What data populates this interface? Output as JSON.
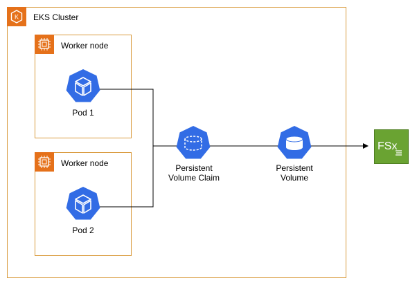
{
  "cluster": {
    "title": "EKS Cluster",
    "icon": "eks-icon"
  },
  "nodes": [
    {
      "title": "Worker node",
      "icon": "ec2-instance-icon",
      "pod_label": "Pod 1",
      "pod_icon": "kubernetes-pod-icon"
    },
    {
      "title": "Worker node",
      "icon": "ec2-instance-icon",
      "pod_label": "Pod 2",
      "pod_icon": "kubernetes-pod-icon"
    }
  ],
  "pvc": {
    "line1": "Persistent",
    "line2": "Volume Claim",
    "icon": "kubernetes-pvc-icon"
  },
  "pv": {
    "line1": "Persistent",
    "line2": "Volume",
    "icon": "kubernetes-pv-icon"
  },
  "fsx": {
    "label": "FSx",
    "icon": "amazon-fsx-icon"
  },
  "colors": {
    "aws_orange": "#e5711a",
    "container_border": "#d99a3c",
    "k8s_blue": "#326ce5",
    "fsx_green": "#6aa332"
  }
}
